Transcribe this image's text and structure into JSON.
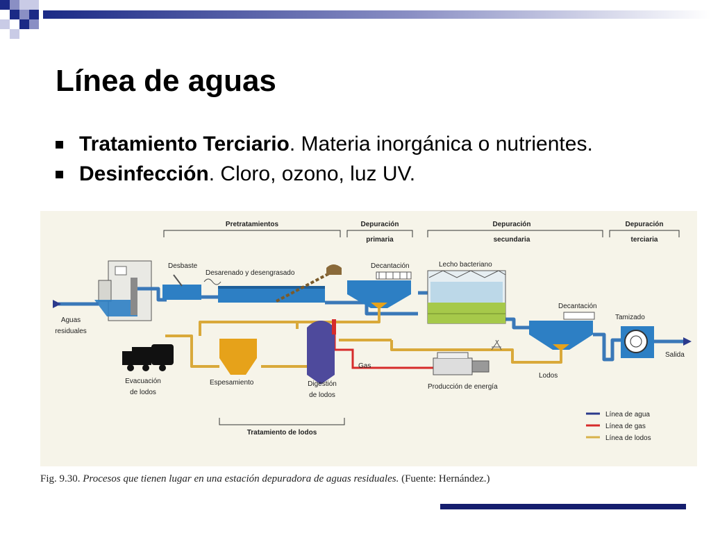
{
  "slide": {
    "title": "Línea de aguas",
    "bullets": [
      {
        "bold": "Tratamiento Terciario",
        "rest": ". Materia inorgánica o nutrientes."
      },
      {
        "bold": "Desinfección",
        "rest": ". Cloro, ozono, luz UV."
      }
    ]
  },
  "diagram": {
    "headers": {
      "pretratamientos": "Pretratamientos",
      "primaria_1": "Depuración",
      "primaria_2": "primaria",
      "secundaria_1": "Depuración",
      "secundaria_2": "secundaria",
      "terciaria_1": "Depuración",
      "terciaria_2": "terciaria"
    },
    "labels": {
      "desbaste": "Desbaste",
      "desarenado": "Desarenado y desengrasado",
      "decantacion_primaria": "Decantación",
      "lecho": "Lecho bacteriano",
      "decantacion_secundaria": "Decantación",
      "tamizado": "Tamizado",
      "aguas_1": "Aguas",
      "aguas_2": "residuales",
      "salida": "Salida",
      "evacuacion_1": "Evacuación",
      "evacuacion_2": "de lodos",
      "espesamiento": "Espesamiento",
      "digestion_1": "Digestión",
      "digestion_2": "de lodos",
      "gas": "Gas",
      "produccion": "Producción de energía",
      "lodos": "Lodos",
      "tratamiento_lodos": "Tratamiento de lodos"
    },
    "legend": [
      {
        "label": "Línea de agua",
        "color": "#2b3a8c"
      },
      {
        "label": "Línea de gas",
        "color": "#d62b2b"
      },
      {
        "label": "Línea de lodos",
        "color": "#d8b24a"
      }
    ],
    "colors": {
      "water": "#3a78b8",
      "sludge": "#d9a93a",
      "gas": "#d62b2b",
      "tank": "#2d7fc4",
      "sludge_tank": "#e6a21a",
      "digester": "#4e4a9c"
    }
  },
  "caption": {
    "prefix": "Fig. 9.30.",
    "italic": "Procesos que tienen lugar en una estación depuradora de aguas residuales.",
    "suffix": "(Fuente: Hernández.)"
  }
}
